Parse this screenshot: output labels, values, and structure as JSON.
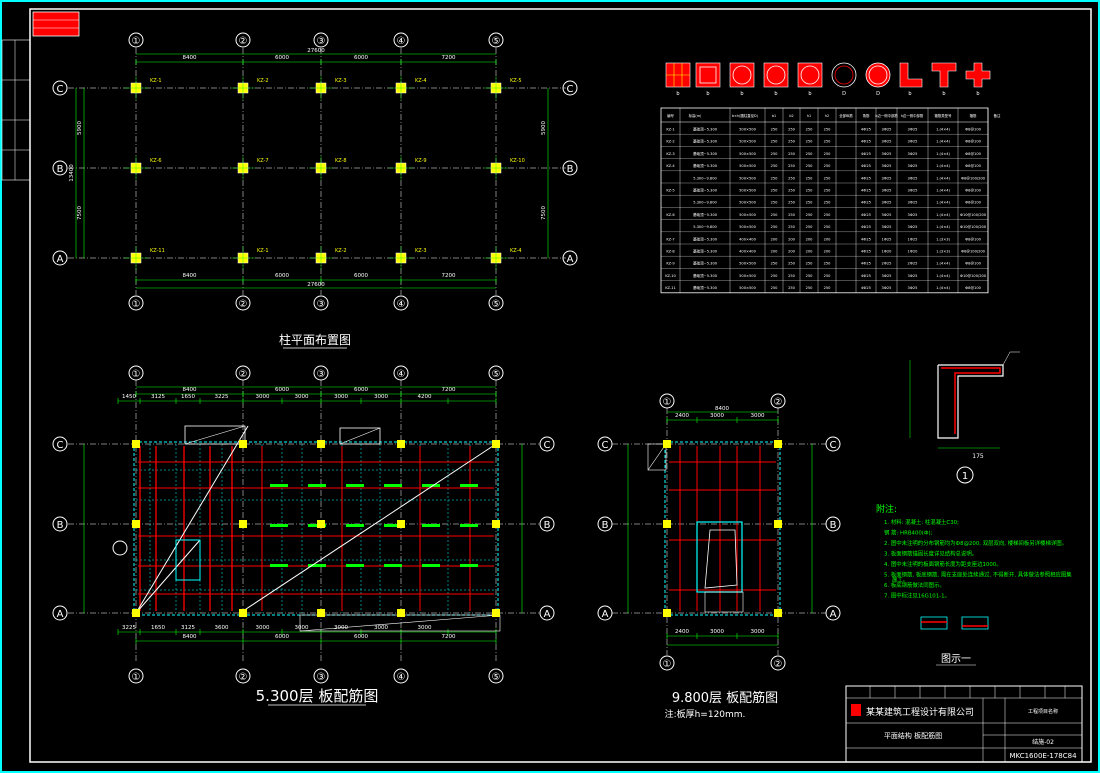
{
  "drawing": {
    "axis_numbers": [
      "①",
      "②",
      "③",
      "④",
      "⑤"
    ],
    "axis_letters": [
      "A",
      "B",
      "C"
    ],
    "column_plan": {
      "title": "柱平面布置图",
      "dim_spans": [
        "8400",
        "6000",
        "6000",
        "7200"
      ],
      "dim_total": "27600",
      "dim_vertical": [
        "5900",
        "7500"
      ],
      "dim_vertical_total": "13400",
      "column_tags": [
        "KZ-1",
        "KZ-2",
        "KZ-3",
        "KZ-4",
        "KZ-5",
        "KZ-6",
        "KZ-7",
        "KZ-8",
        "KZ-9",
        "KZ-10",
        "KZ-11"
      ]
    },
    "slab_plan_1": {
      "title": "5.300层 板配筋图",
      "dims_top": [
        "1450",
        "3125",
        "1650",
        "3225",
        "3000",
        "3000",
        "3000",
        "3000",
        "4200"
      ],
      "dims_bottom": [
        "3225",
        "1650",
        "3125",
        "3600",
        "3000",
        "3000",
        "3000",
        "3000",
        "3000"
      ]
    },
    "slab_plan_2": {
      "title": "9.800层 板配筋图",
      "note": "注:板厚h=120mm.",
      "dims": [
        "2400",
        "3000",
        "3000",
        "8400"
      ]
    },
    "column_table": {
      "shape_labels": [
        "b",
        "b",
        "b",
        "b",
        "b",
        "D",
        "D",
        "b",
        "b",
        "b"
      ],
      "header": [
        "编号",
        "标高(m)",
        "b×h(圆柱直径D)",
        "b1",
        "b2",
        "h1",
        "h2",
        "全部纵筋",
        "角筋",
        "b边一侧中部筋",
        "h边一侧中部筋",
        "箍筋类型号",
        "箍筋",
        "备注"
      ],
      "rows": [
        [
          "KZ-1",
          "基础顶~5.300",
          "500×500",
          "250",
          "250",
          "250",
          "250",
          "",
          "4Ф25",
          "3Ф25",
          "3Ф25",
          "1.(4×4)",
          "Ф8@100",
          ""
        ],
        [
          "KZ-2",
          "基础顶~5.300",
          "500×500",
          "250",
          "250",
          "250",
          "250",
          "",
          "4Ф25",
          "3Ф25",
          "3Ф25",
          "1.(4×4)",
          "Ф8@100",
          ""
        ],
        [
          "KZ-3",
          "基础顶~5.300",
          "500×500",
          "250",
          "250",
          "250",
          "250",
          "",
          "4Ф25",
          "3Ф25",
          "3Ф25",
          "1.(4×4)",
          "Ф8@100",
          ""
        ],
        [
          "KZ-4",
          "基础顶~5.300",
          "500×500",
          "250",
          "250",
          "250",
          "250",
          "",
          "4Ф25",
          "3Ф25",
          "3Ф25",
          "1.(4×4)",
          "Ф8@100",
          ""
        ],
        [
          "",
          "5.300~9.800",
          "500×500",
          "250",
          "250",
          "250",
          "250",
          "",
          "4Ф25",
          "3Ф25",
          "3Ф25",
          "1.(4×4)",
          "Ф8@100/200",
          ""
        ],
        [
          "KZ-5",
          "基础顶~5.300",
          "500×500",
          "250",
          "250",
          "250",
          "250",
          "",
          "4Ф25",
          "3Ф25",
          "3Ф25",
          "1.(4×4)",
          "Ф8@100",
          ""
        ],
        [
          "",
          "5.300~9.800",
          "500×500",
          "250",
          "250",
          "250",
          "250",
          "",
          "4Ф25",
          "3Ф25",
          "3Ф25",
          "1.(4×4)",
          "Ф8@100",
          ""
        ],
        [
          "KZ-6",
          "基础顶~5.300",
          "500×500",
          "250",
          "250",
          "250",
          "250",
          "",
          "4Ф25",
          "3Ф25",
          "3Ф25",
          "1.(4×4)",
          "Ф10@100/200",
          ""
        ],
        [
          "",
          "5.300~9.800",
          "500×500",
          "250",
          "250",
          "250",
          "250",
          "",
          "4Ф25",
          "3Ф25",
          "3Ф25",
          "1.(4×4)",
          "Ф10@100/200",
          ""
        ],
        [
          "KZ-7",
          "基础顶~5.300",
          "400×400",
          "200",
          "200",
          "200",
          "200",
          "",
          "4Ф25",
          "1Ф25",
          "1Ф25",
          "1.(3×3)",
          "Ф8@100",
          ""
        ],
        [
          "KZ-8",
          "基础顶~5.300",
          "400×400",
          "200",
          "200",
          "200",
          "200",
          "",
          "4Ф25",
          "1Ф20",
          "1Ф20",
          "1.(3×3)",
          "Ф8@100/200",
          ""
        ],
        [
          "KZ-9",
          "基础顶~5.300",
          "500×500",
          "250",
          "250",
          "250",
          "250",
          "",
          "4Ф25",
          "2Ф25",
          "2Ф25",
          "1.(4×4)",
          "Ф8@100",
          ""
        ],
        [
          "KZ-10",
          "基础顶~5.300",
          "500×500",
          "250",
          "250",
          "250",
          "250",
          "",
          "4Ф25",
          "3Ф25",
          "3Ф25",
          "1.(4×4)",
          "Ф10@100/200",
          ""
        ],
        [
          "KZ-11",
          "基础顶~5.300",
          "500×500",
          "250",
          "250",
          "250",
          "250",
          "",
          "4Ф25",
          "3Ф25",
          "3Ф25",
          "1.(4×4)",
          "Ф8@100",
          ""
        ]
      ]
    },
    "notes": {
      "heading": "附注:",
      "lines": [
        "1. 材料: 混凝土: 柱混凝土C30;",
        "   钢 筋: HRB400(Ф);",
        "2. 图中未注明的分布钢筋均为Ф8@200, 双层双向, 楼梯间板另详楼梯详图。",
        "3. 板面钢筋锚固长度详见结构总说明。",
        "4. 图中未注明的板面钢筋长度为距支座边1000。",
        "5. 板面钢筋, 板底钢筋, 需在支座处连续通过, 不得断开, 具体做法参照相应图集施工。",
        "6. 板底钢筋做法同图示。",
        "7. 图中标注见16G101-1。"
      ],
      "detail_label": "图示一",
      "section_mark": "1",
      "section_dims": [
        "175"
      ]
    },
    "title_block": {
      "company": "某某建筑工程设计有限公司",
      "project": "工程项目名称",
      "drawing_name": "平面结构 板配筋图",
      "sheet_no": "结施-02",
      "drawing_code": "MKC1600E-178C84"
    }
  },
  "colors": {
    "background": "#000000",
    "frame": "#00ffff",
    "axis": "#ffffff",
    "dimension": "#00ff00",
    "rebar": "#ff0000",
    "column": "#ffff00",
    "hatch": "#00ffff",
    "shape_fill": "#ff0000"
  }
}
